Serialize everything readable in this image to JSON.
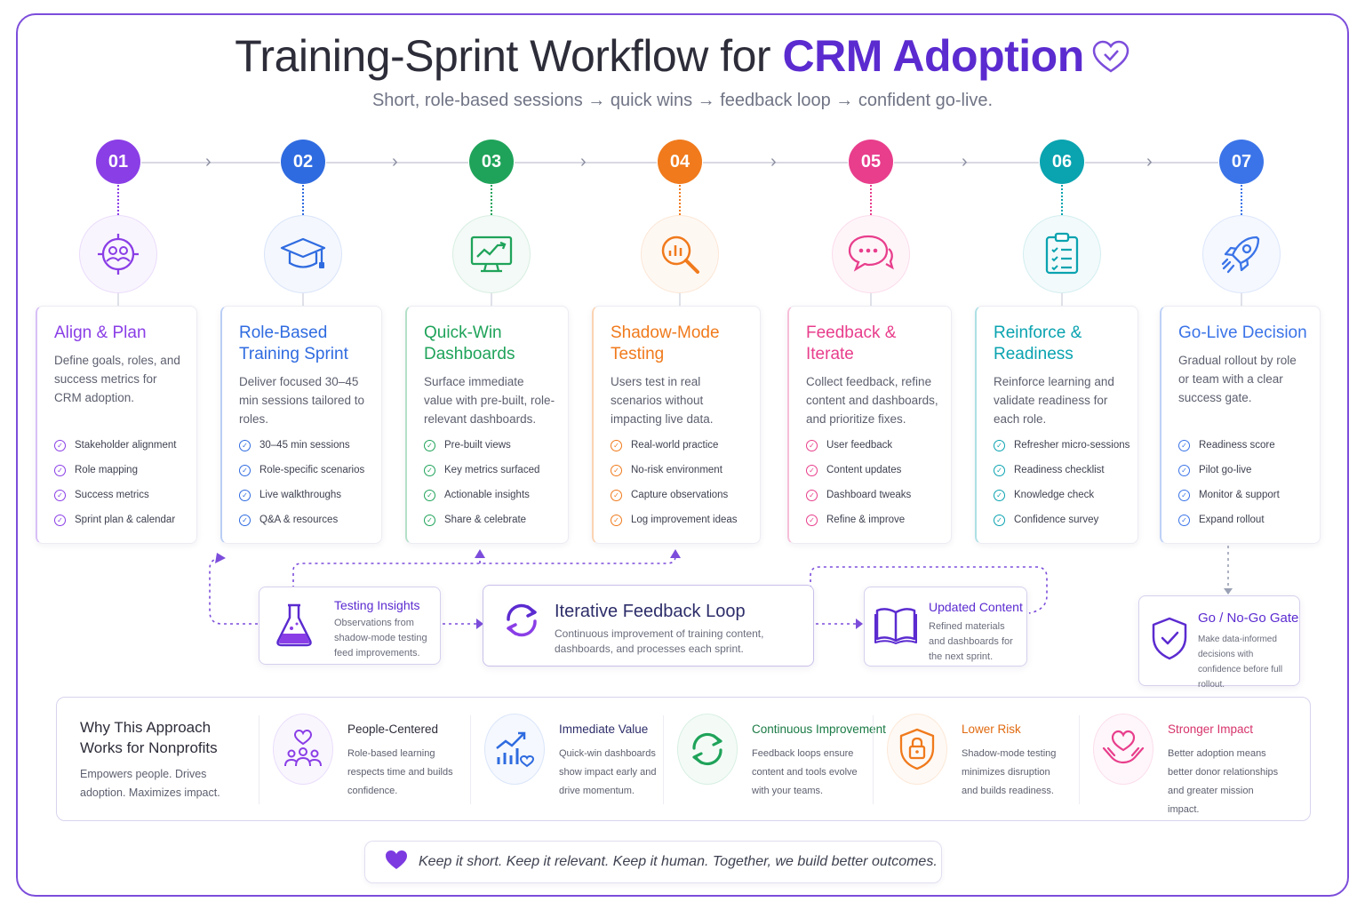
{
  "header": {
    "title_prefix": "Training-Sprint Workflow for ",
    "title_accent": "CRM Adoption",
    "subtitle": "Short, role-based sessions → quick wins → feedback loop → confident go-live."
  },
  "colors": {
    "primary": "#5b2bd0",
    "step1": "#8a3ee6",
    "step2": "#2f6be0",
    "step3": "#1fa35a",
    "step4": "#f07a1c",
    "step5": "#e83e8c",
    "step6": "#0aa3b0",
    "step7": "#3b74e8"
  },
  "steps": [
    {
      "num": "01",
      "icon": "target-people-icon",
      "title": "Align & Plan",
      "desc": "Define goals, roles, and success metrics for CRM adoption.",
      "items": [
        "Stakeholder alignment",
        "Role mapping",
        "Success metrics",
        "Sprint plan & calendar"
      ]
    },
    {
      "num": "02",
      "icon": "graduation-cap-icon",
      "title": "Role-Based Training Sprint",
      "desc": "Deliver focused 30–45 min sessions tailored to roles.",
      "items": [
        "30–45 min sessions",
        "Role-specific scenarios",
        "Live walkthroughs",
        "Q&A & resources"
      ]
    },
    {
      "num": "03",
      "icon": "monitor-chart-icon",
      "title": "Quick-Win Dashboards",
      "desc": "Surface immediate value with pre-built, role-relevant dashboards.",
      "items": [
        "Pre-built views",
        "Key metrics surfaced",
        "Actionable insights",
        "Share & celebrate"
      ]
    },
    {
      "num": "04",
      "icon": "magnifier-chart-icon",
      "title": "Shadow-Mode Testing",
      "desc": "Users test in real scenarios without impacting live data.",
      "items": [
        "Real-world practice",
        "No-risk environment",
        "Capture observations",
        "Log improvement ideas"
      ]
    },
    {
      "num": "05",
      "icon": "chat-bubbles-icon",
      "title": "Feedback & Iterate",
      "desc": "Collect feedback, refine content and dashboards, and prioritize fixes.",
      "items": [
        "User feedback",
        "Content updates",
        "Dashboard tweaks",
        "Refine & improve"
      ]
    },
    {
      "num": "06",
      "icon": "checklist-icon",
      "title": "Reinforce & Readiness",
      "desc": "Reinforce learning and validate readiness for each role.",
      "items": [
        "Refresher micro-sessions",
        "Readiness checklist",
        "Knowledge check",
        "Confidence survey"
      ]
    },
    {
      "num": "07",
      "icon": "rocket-icon",
      "title": "Go-Live Decision",
      "desc": "Gradual rollout by role or team with a clear success gate.",
      "items": [
        "Readiness score",
        "Pilot go-live",
        "Monitor & support",
        "Expand rollout"
      ]
    }
  ],
  "loop": {
    "insights_title": "Testing Insights",
    "insights_desc": "Observations from shadow-mode testing feed improvements.",
    "loop_title": "Iterative Feedback Loop",
    "loop_desc": "Continuous improvement of training content, dashboards, and processes each sprint.",
    "updated_title": "Updated Content",
    "updated_desc": "Refined materials and dashboards for the next sprint.",
    "gate_title": "Go / No-Go Gate",
    "gate_desc": "Make data-informed decisions with confidence before full rollout."
  },
  "why": {
    "title": "Why This Approach Works for Nonprofits",
    "desc": "Empowers people. Drives adoption. Maximizes impact.",
    "benefits": [
      {
        "icon": "heart-people-icon",
        "title": "People-Centered",
        "desc": "Role-based learning respects time and builds confidence."
      },
      {
        "icon": "growth-chart-icon",
        "title": "Immediate Value",
        "desc": "Quick-win dashboards show impact early and drive momentum."
      },
      {
        "icon": "refresh-cycle-icon",
        "title": "Continuous Improvement",
        "desc": "Feedback loops ensure content and tools evolve with your teams."
      },
      {
        "icon": "lock-shield-icon",
        "title": "Lower Risk",
        "desc": "Shadow-mode testing minimizes disruption and builds readiness."
      },
      {
        "icon": "heart-hands-icon",
        "title": "Stronger Impact",
        "desc": "Better adoption means better donor relationships and greater mission impact."
      }
    ]
  },
  "footer": {
    "text": "Keep it short. Keep it relevant. Keep it human. Together, we build better outcomes."
  }
}
